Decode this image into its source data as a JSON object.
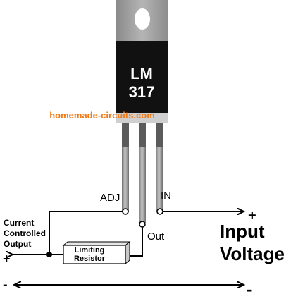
{
  "component": {
    "part_line1": "LM",
    "part_line2": "317"
  },
  "watermark": "homemade-circuits.com",
  "pins": {
    "adj": "ADJ",
    "in": "IN",
    "out": "Out"
  },
  "resistor_label_line1": "Limiting",
  "resistor_label_line2": "Resistor",
  "output_label": {
    "line1": "Current",
    "line2": "Controlled",
    "line3": "Output",
    "polarity_pos": "+",
    "polarity_neg": "-"
  },
  "input_label": {
    "line1": "Input",
    "line2": "Voltage",
    "polarity_pos": "+",
    "polarity_neg": "-"
  },
  "colors": {
    "tab_metal": "#9b9b9b",
    "body": "#111111",
    "body_text": "#ffffff",
    "watermark": "#f07a18",
    "leads": "#8a8a8a",
    "wire": "#000000"
  }
}
